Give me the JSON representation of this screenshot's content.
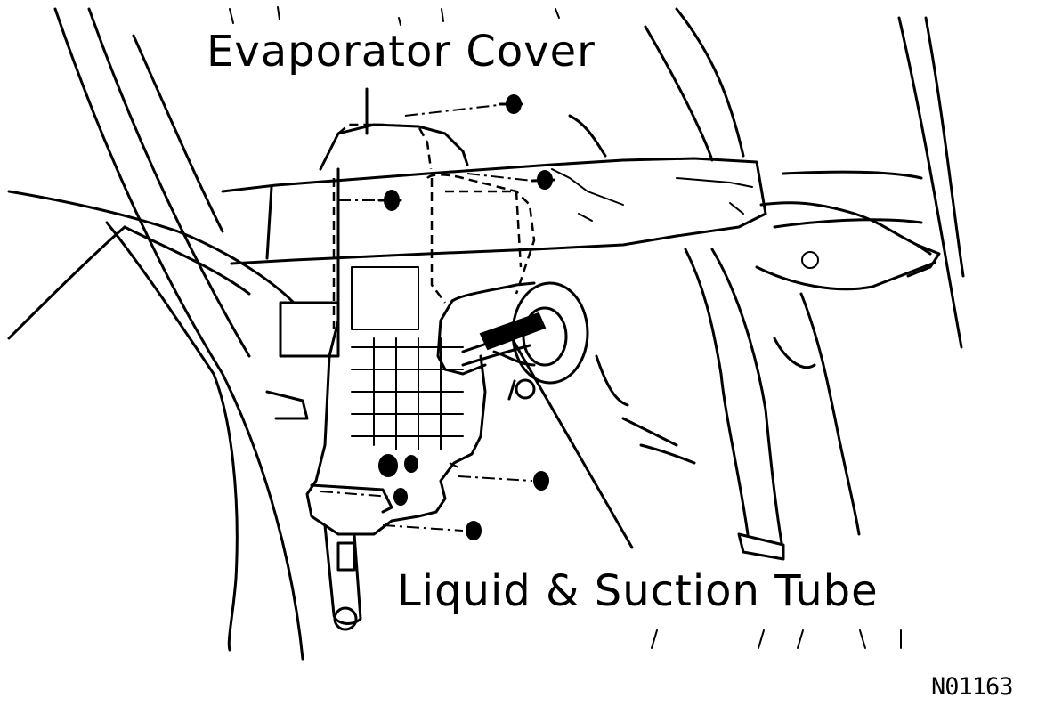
{
  "labels": {
    "evaporator_cover": "Evaporator Cover",
    "liquid_suction_tube": "Liquid & Suction Tube",
    "figure_code": "N01163"
  }
}
